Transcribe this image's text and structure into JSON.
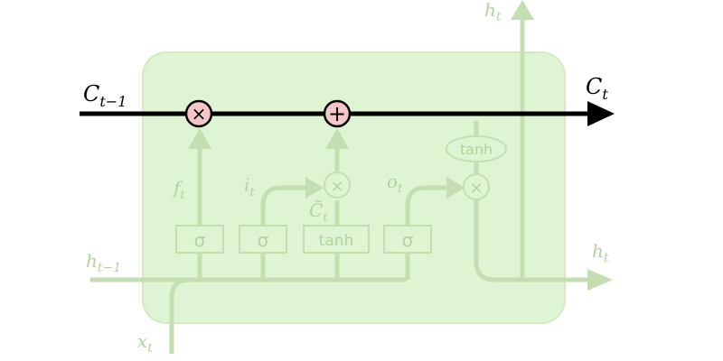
{
  "labels": {
    "c_prev": "C",
    "c_prev_sub": "t−1",
    "c_t": "C",
    "c_t_sub": "t",
    "h_top": "h",
    "h_top_sub": "t",
    "h_right": "h",
    "h_right_sub": "t",
    "h_prev": "h",
    "h_prev_sub": "t−1",
    "x_t": "x",
    "x_t_sub": "t",
    "f_t": "f",
    "f_t_sub": "t",
    "i_t": "i",
    "i_t_sub": "t",
    "c_tilde": "C̃",
    "c_tilde_sub": "t",
    "o_t": "o",
    "o_t_sub": "t"
  },
  "gates": {
    "forget": "σ",
    "input": "σ",
    "candidate": "tanh",
    "output": "σ",
    "cell_tanh": "tanh"
  },
  "ops": {
    "multiply": "×",
    "add": "+"
  },
  "colors": {
    "cell_bg": "#dff4d3",
    "cell_border": "#cfe9c1",
    "faded": "#c3dfb2",
    "faded_text": "#b3d29f",
    "op_fill": "#f5c6c8",
    "highlight": "#000000"
  }
}
